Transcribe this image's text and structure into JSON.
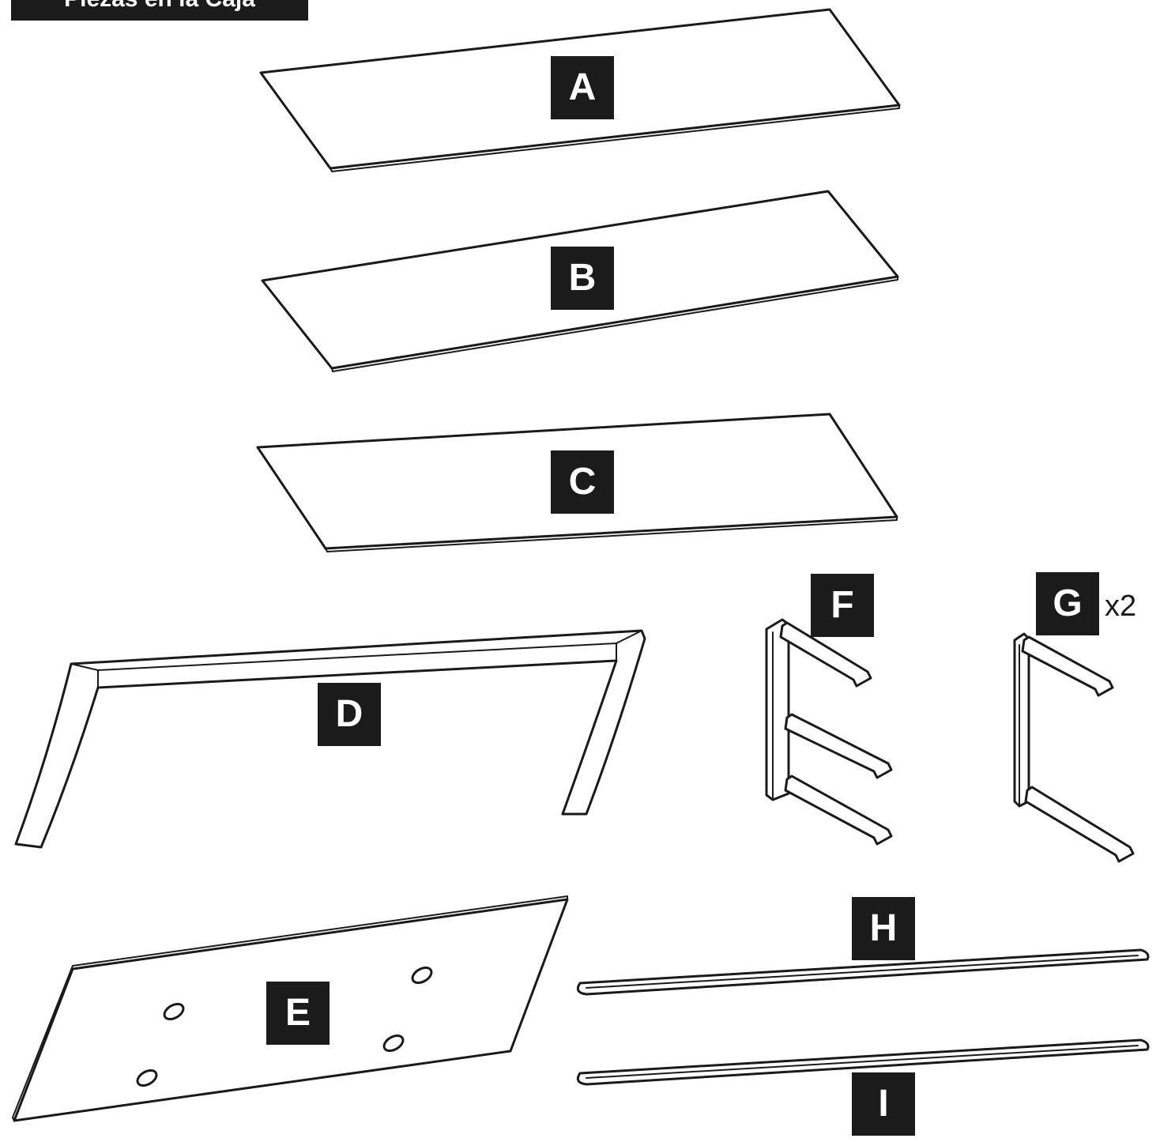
{
  "header": {
    "title": "Piezas en la Caja"
  },
  "parts": [
    {
      "id": "part-a",
      "label": "A"
    },
    {
      "id": "part-b",
      "label": "B"
    },
    {
      "id": "part-c",
      "label": "C"
    },
    {
      "id": "part-d",
      "label": "D"
    },
    {
      "id": "part-e",
      "label": "E"
    },
    {
      "id": "part-f",
      "label": "F"
    },
    {
      "id": "part-g",
      "label": "G",
      "quantity": "x2"
    },
    {
      "id": "part-h",
      "label": "H"
    },
    {
      "id": "part-i",
      "label": "I"
    }
  ],
  "colors": {
    "ink": "#1b1b1b",
    "background": "#ffffff"
  }
}
